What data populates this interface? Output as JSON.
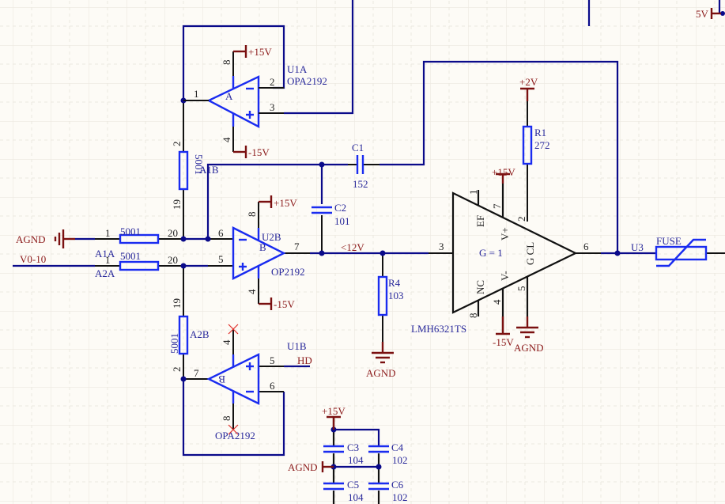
{
  "schematic": {
    "title": "Op-amp signal conditioning schematic",
    "components": {
      "u1a": {
        "designator": "U1A",
        "part": "OPA2192",
        "unit": "A",
        "pins": {
          "out": "1",
          "inv": "2",
          "noninv": "3",
          "vplus": "8",
          "vminus": "4"
        }
      },
      "u1b": {
        "designator": "U1B",
        "part": "OPA2192",
        "unit": "B",
        "pins": {
          "out": "7",
          "noninv": "5",
          "inv": "6",
          "vplus": "4",
          "vminus": "8"
        }
      },
      "u2b": {
        "designator": "U2B",
        "part": "OP2192",
        "unit": "B",
        "pins": {
          "out": "7",
          "inv": "6",
          "noninv": "5",
          "vplus": "8",
          "vminus": "4"
        }
      },
      "u3": {
        "designator": "U3",
        "part": "LMH6321TS",
        "gain": "G = 1",
        "pins": {
          "in": "3",
          "out": "6",
          "ef": "1",
          "vplus": "7",
          "gcl": "2",
          "nc": "8",
          "vminus": "4",
          "g": "5"
        },
        "pin_names": {
          "ef": "EF",
          "vplus": "V+",
          "gcl": "G CL",
          "nc": "NC",
          "vminus": "V-"
        }
      },
      "a1a": {
        "designator": "A1A",
        "value": "5001",
        "pin1": "1",
        "pin2": "20"
      },
      "a2a": {
        "designator": "A2A",
        "value": "5001",
        "pin1": "1",
        "pin2": "20"
      },
      "a1b": {
        "designator": "A1B",
        "value": "5001",
        "pin1": "2",
        "pin2": "19"
      },
      "a2b": {
        "designator": "A2B",
        "value": "5001",
        "pin1": "19",
        "pin2": "2"
      },
      "c1": {
        "designator": "C1",
        "value": "152"
      },
      "c2": {
        "designator": "C2",
        "value": "101"
      },
      "c3": {
        "designator": "C3",
        "value": "104"
      },
      "c4": {
        "designator": "C4",
        "value": "102"
      },
      "c5": {
        "designator": "C5",
        "value": "104"
      },
      "c6": {
        "designator": "C6",
        "value": "102"
      },
      "r1": {
        "designator": "R1",
        "value": "272"
      },
      "r4": {
        "designator": "R4",
        "value": "103"
      },
      "fuse": {
        "designator": "FUSE"
      }
    },
    "power": {
      "p15": "+15V",
      "m15": "-15V",
      "p2": "+2V",
      "p5": "5V",
      "agnd": "AGND"
    },
    "nets": {
      "v010": "V0-10",
      "lt12": "<12V",
      "hd": "HD"
    }
  }
}
